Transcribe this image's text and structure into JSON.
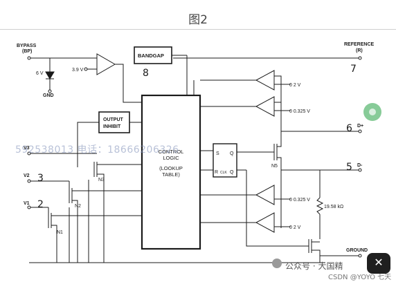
{
  "title": "图2",
  "pins": {
    "bypass": "BYPASS",
    "bypass_sub": "(BP)",
    "reference": "REFERENCE",
    "reference_sub": "(R)",
    "v1": "V1",
    "v2": "V2",
    "v3": "V3",
    "dplus": "D+",
    "dminus": "D-",
    "ground": "GROUND",
    "gnd": "GND"
  },
  "pin_numbers": {
    "n8": "8",
    "n7": "7",
    "n6": "6",
    "n5": "5",
    "n3": "3",
    "n2": "2"
  },
  "blocks": {
    "bandgap": "BANDGAP",
    "output_inhibit_1": "OUTPUT",
    "output_inhibit_2": "INHIBIT",
    "control_1": "CONTROL",
    "control_2": "LOGIC",
    "control_3": "(LOOKUP",
    "control_4": "TABLE)"
  },
  "latch": {
    "s": "S",
    "q": "Q",
    "r": "R",
    "clk": "CLK",
    "qbar": "Q"
  },
  "values": {
    "zener": "6 V",
    "comp_ref": "3.9 V",
    "top_2v": "0 2 V",
    "top_0325": "0 0.325 V",
    "bot_0325": "0 0.325 V",
    "bot_2v": "0 2 V",
    "resistor": "19.58 kΩ"
  },
  "transistors": {
    "n1": "N1",
    "n2": "N2",
    "n3": "N3",
    "n5": "N5"
  },
  "watermark": "592538013  电话：18666206326",
  "footer": {
    "wechat": "公众号 · 大国精",
    "csdn": "CSDN @YOYO 七天"
  },
  "colors": {
    "line": "#1a1a1a",
    "watermark": "#7f8fb8"
  }
}
